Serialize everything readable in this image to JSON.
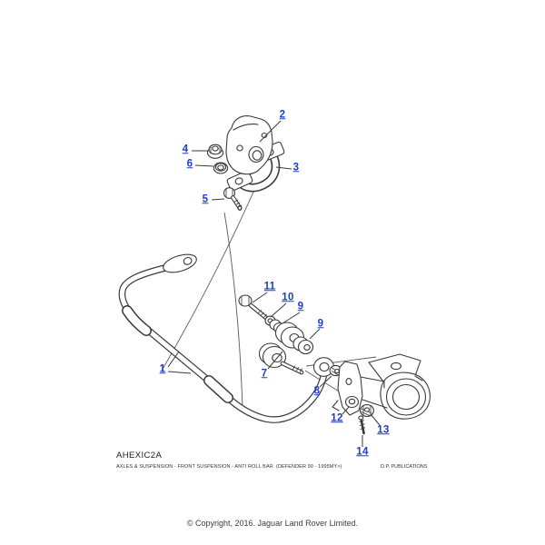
{
  "diagram": {
    "code": "AHEXIC2A",
    "caption": "AXLES & SUSPENSION - FRONT SUSPENSION - ANTI ROLL BAR  (DEFENDER 90 - 1995MY>)",
    "publisher": "D.P. PUBLICATIONS",
    "accent_color": "#1d3fc8",
    "line_color": "#3a3a3a",
    "callouts": [
      {
        "label": "1"
      },
      {
        "label": "2"
      },
      {
        "label": "3"
      },
      {
        "label": "4"
      },
      {
        "label": "5"
      },
      {
        "label": "6"
      },
      {
        "label": "7"
      },
      {
        "label": "8"
      },
      {
        "label": "9"
      },
      {
        "label": "9"
      },
      {
        "label": "10"
      },
      {
        "label": "11"
      },
      {
        "label": "12"
      },
      {
        "label": "13"
      },
      {
        "label": "14"
      }
    ]
  },
  "footer": {
    "copyright": "© Copyright, 2016. Jaguar Land Rover Limited."
  }
}
